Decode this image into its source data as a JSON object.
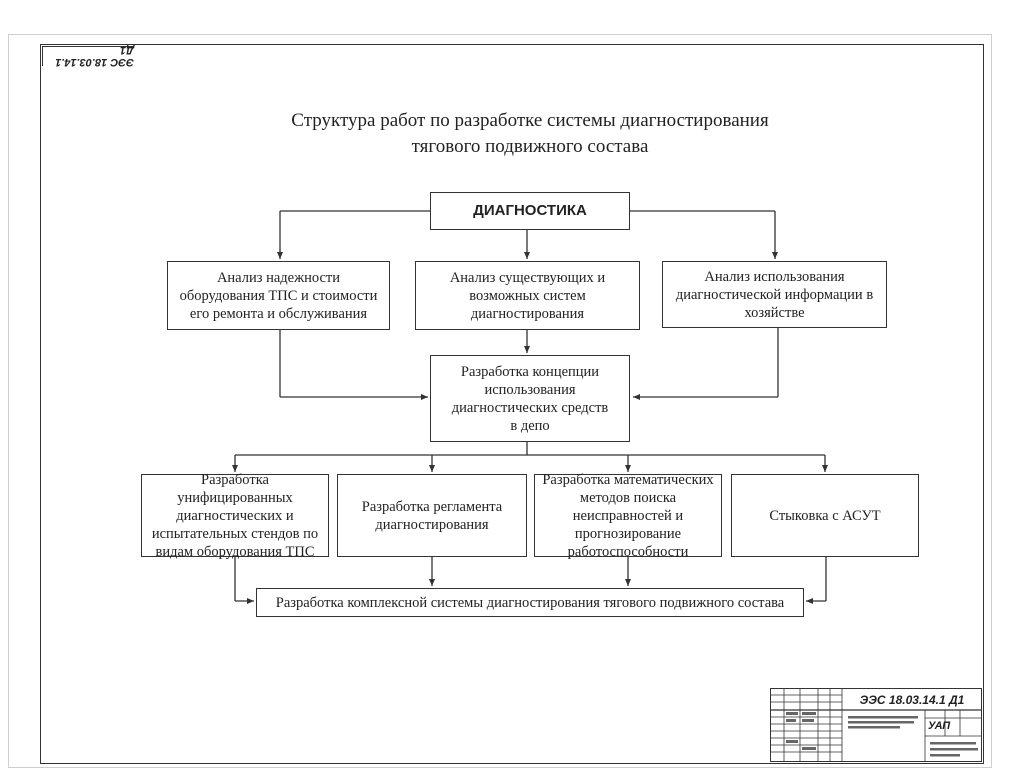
{
  "sheet": {
    "code_rotated": "ЭЭС 18.03.14.1 Д1"
  },
  "title": {
    "line1": "Структура работ по разработке системы диагностирования",
    "line2": "тягового подвижного состава"
  },
  "nodes": {
    "root": "ДИАГНОСТИКА",
    "analysis_1": "Анализ надежности оборудования ТПС и стоимости его ремонта и обслуживания",
    "analysis_2": "Анализ существующих и возможных систем диагностирования",
    "analysis_3": "Анализ использования диагностической информации в хозяйстве",
    "concept": "Разработка концепции использования диагностических средств в депо",
    "dev_1": "Разработка унифицированных диагностических и испытательных стендов по видам оборудования ТПС",
    "dev_2": "Разработка регламента диагностирования",
    "dev_3": "Разработка математических методов поиска неисправностей и прогнозирование работоспособности",
    "dev_4": "Стыковка с АСУТ",
    "final": "Разработка комплексной системы диагностирования тягового подвижного состава"
  },
  "stamp": {
    "code": "ЭЭС 18.03.14.1 Д1",
    "sheet_mark": "УАП"
  }
}
